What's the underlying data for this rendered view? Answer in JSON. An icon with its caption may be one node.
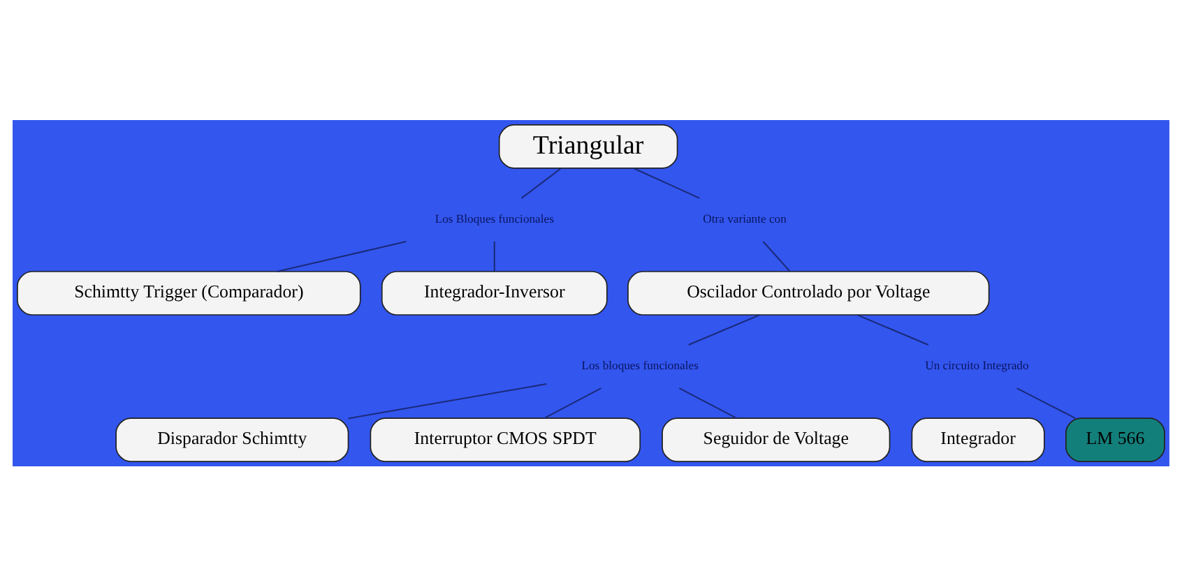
{
  "diagram": {
    "nodes": [
      {
        "text": [
          "Triangular"
        ]
      },
      {
        "text": [
          "Los Bloques funcionales"
        ]
      },
      {
        "text": [
          "Otra variante con"
        ]
      },
      {
        "text": [
          "Schimtty Trigger (Comparador)"
        ]
      },
      {
        "text": [
          "Integrador-Inversor"
        ]
      },
      {
        "text": [
          "Oscilador Controlado por Voltage"
        ]
      },
      {
        "text": [
          "Los bloques funcionales"
        ]
      },
      {
        "text": [
          "Un circuito Integrado"
        ]
      },
      {
        "text": [
          "Disparador Schimtty"
        ]
      },
      {
        "text": [
          "Interruptor CMOS SPDT"
        ]
      },
      {
        "text": [
          "Seguidor de Voltage"
        ]
      },
      {
        "text": [
          "Integrador"
        ]
      },
      {
        "text": [
          "LM 566"
        ]
      }
    ],
    "edges": [
      {
        "from": 0,
        "to": 1,
        "arrow": "none"
      },
      {
        "from": 0,
        "to": 2,
        "arrow": "none"
      },
      {
        "from": 1,
        "to": 3,
        "arrow": "none"
      },
      {
        "from": 1,
        "to": 4,
        "arrow": "none"
      },
      {
        "from": 2,
        "to": 5,
        "arrow": "none"
      },
      {
        "from": 5,
        "to": 6,
        "arrow": "none"
      },
      {
        "from": 5,
        "to": 7,
        "arrow": "none"
      },
      {
        "from": 6,
        "to": 8,
        "arrow": "none"
      },
      {
        "from": 6,
        "to": 9,
        "arrow": "none"
      },
      {
        "from": 6,
        "to": 10,
        "arrow": "none"
      },
      {
        "from": 7,
        "to": 12,
        "arrow": "none"
      }
    ]
  }
}
